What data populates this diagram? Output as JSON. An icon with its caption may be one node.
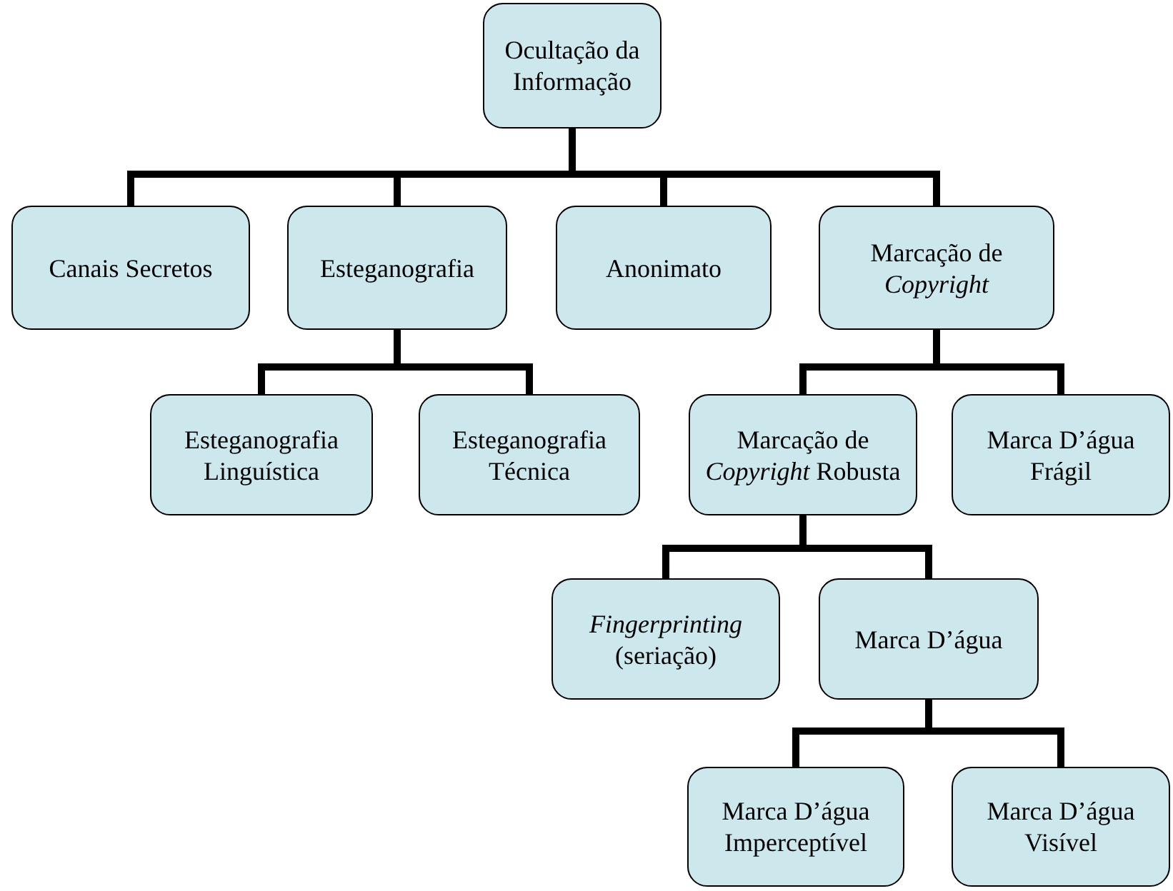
{
  "diagram": {
    "nodes": [
      {
        "text": [
          "Ocultação da Informação"
        ]
      },
      {
        "text": [
          "Canais Secretos"
        ]
      },
      {
        "text": [
          "Esteganografia"
        ]
      },
      {
        "text": [
          "Anonimato"
        ]
      },
      {
        "text": [
          "Marcação de *Copyright*"
        ]
      },
      {
        "text": [
          "Esteganografia Linguística"
        ]
      },
      {
        "text": [
          "Esteganografia Técnica"
        ]
      },
      {
        "text": [
          "Marcação de *Copyright* Robusta"
        ]
      },
      {
        "text": [
          "Marca D’água Frágil"
        ]
      },
      {
        "text": [
          "*Fingerprinting* (seriação)"
        ]
      },
      {
        "text": [
          "Marca D’água"
        ]
      },
      {
        "text": [
          "Marca D’água Imperceptível"
        ]
      },
      {
        "text": [
          "Marca D’água Visível"
        ]
      }
    ],
    "edges": [
      {
        "from": 0,
        "to": 1,
        "arrow": "none"
      },
      {
        "from": 0,
        "to": 2,
        "arrow": "none"
      },
      {
        "from": 0,
        "to": 3,
        "arrow": "none"
      },
      {
        "from": 0,
        "to": 4,
        "arrow": "none"
      },
      {
        "from": 2,
        "to": 5,
        "arrow": "none"
      },
      {
        "from": 2,
        "to": 6,
        "arrow": "none"
      },
      {
        "from": 4,
        "to": 7,
        "arrow": "none"
      },
      {
        "from": 4,
        "to": 8,
        "arrow": "none"
      },
      {
        "from": 7,
        "to": 9,
        "arrow": "none"
      },
      {
        "from": 7,
        "to": 10,
        "arrow": "none"
      },
      {
        "from": 10,
        "to": 11,
        "arrow": "none"
      },
      {
        "from": 10,
        "to": 12,
        "arrow": "none"
      }
    ]
  }
}
